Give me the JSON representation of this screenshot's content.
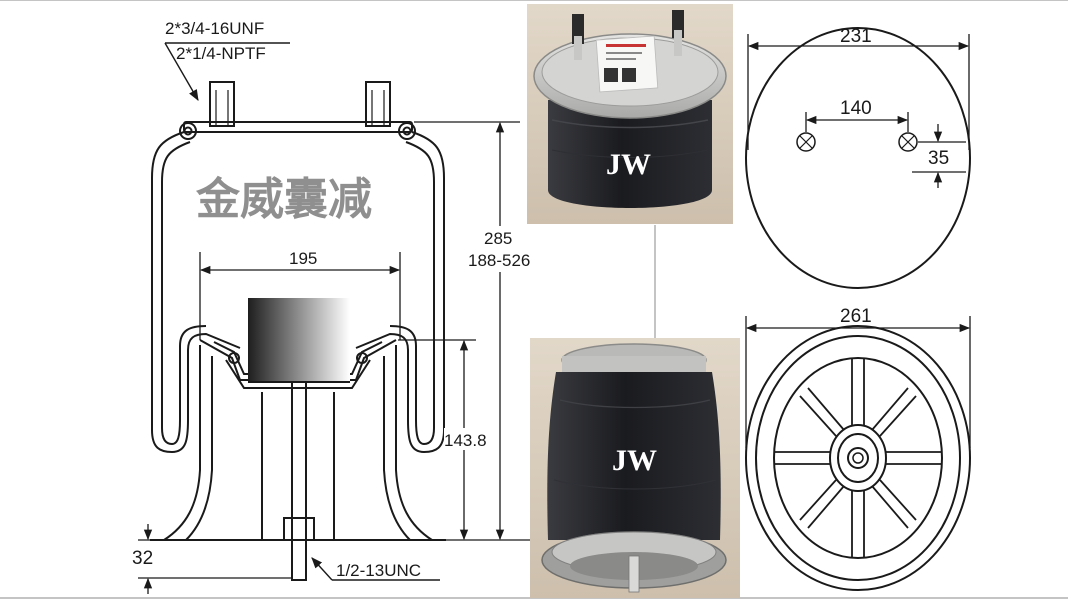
{
  "brand": {
    "chinese": "金威囊减",
    "logo": "JW"
  },
  "thread_top_1": "2*3/4-16UNF",
  "thread_top_2": "2*1/4-NPTF",
  "thread_bottom": "1/2-13UNC",
  "dims": {
    "piston_width": "195",
    "height_nominal": "285",
    "height_range": "188-526",
    "piston_height": "143.8",
    "base_offset": "32",
    "top_diameter": "231",
    "stud_spacing": "140",
    "stud_offset": "35",
    "bottom_diameter": "261"
  },
  "colors": {
    "line": "#1a1a1a",
    "brand_gray": "#8f8f8f",
    "rubber": "#1c1d22",
    "metal": "#c8c8c6",
    "photo_bg": "#d8cdbd"
  }
}
